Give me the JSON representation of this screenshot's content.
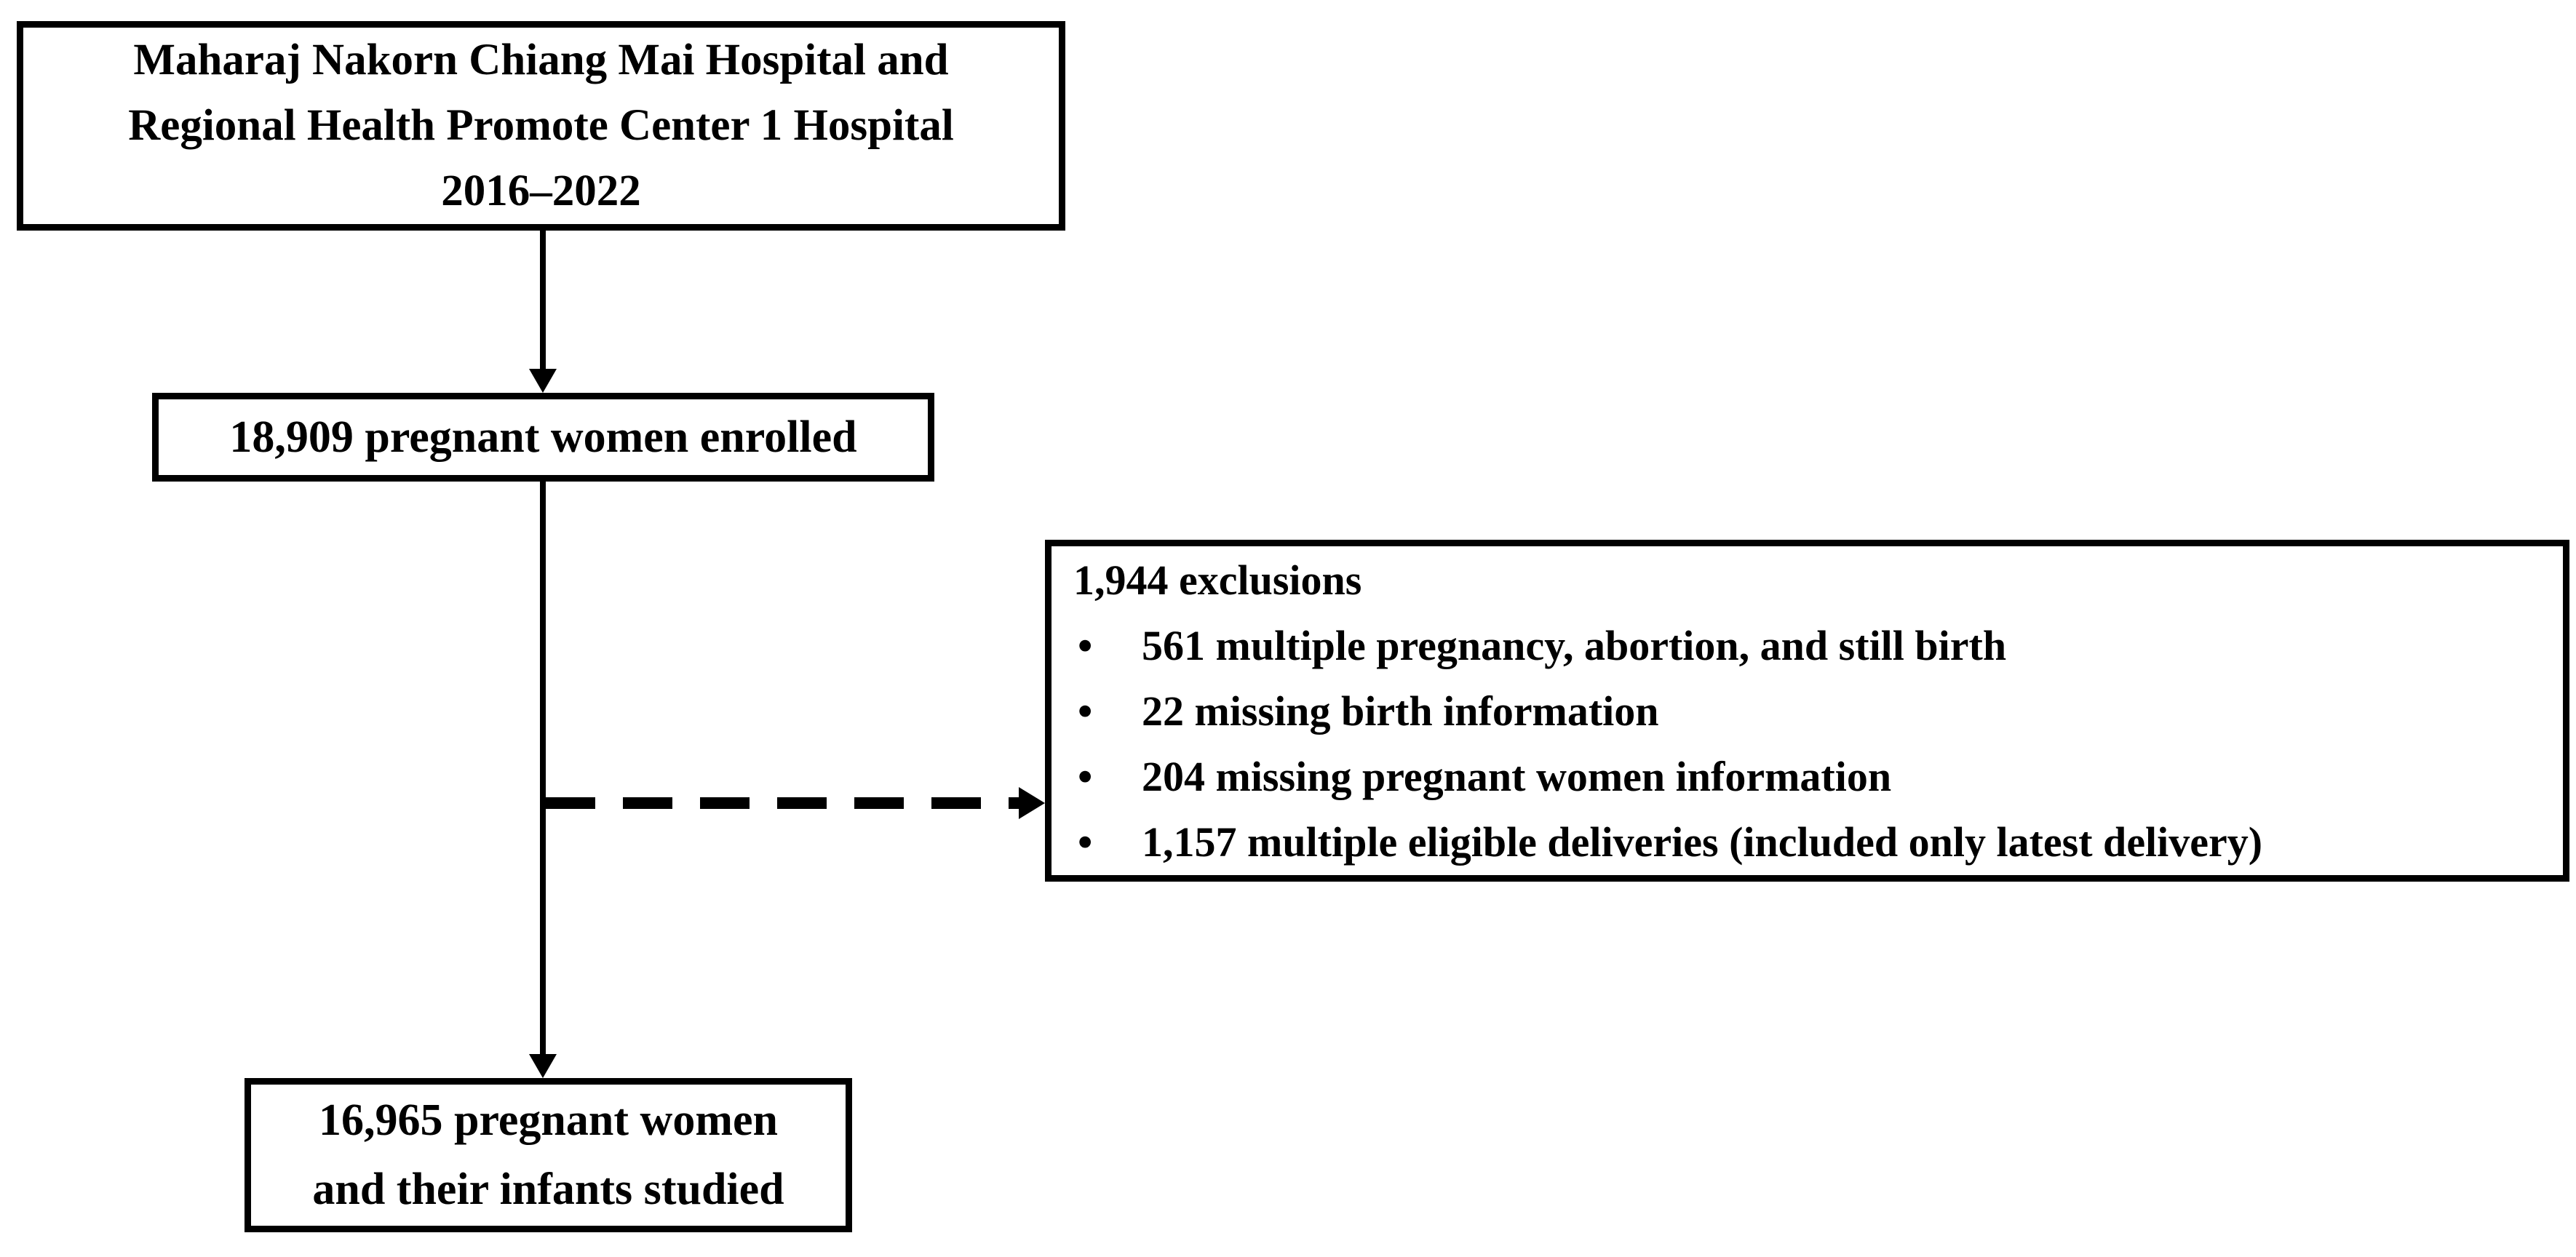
{
  "flow": {
    "source_box": {
      "lines": [
        "Maharaj Nakorn Chiang Mai Hospital and",
        "Regional Health Promote Center 1 Hospital",
        "2016–2022"
      ]
    },
    "enrolled_box": {
      "label": "18,909 pregnant women enrolled"
    },
    "exclusions_box": {
      "title": "1,944 exclusions",
      "bullet": "•",
      "items": [
        "561 multiple pregnancy, abortion, and still birth",
        "22 missing birth information",
        "204 missing pregnant women information",
        "1,157 multiple eligible deliveries (included only latest delivery)"
      ]
    },
    "studied_box": {
      "lines": [
        "16,965 pregnant women",
        "and their infants studied"
      ]
    },
    "colors": {
      "line": "#000000",
      "background": "#ffffff",
      "text": "#000000"
    }
  }
}
